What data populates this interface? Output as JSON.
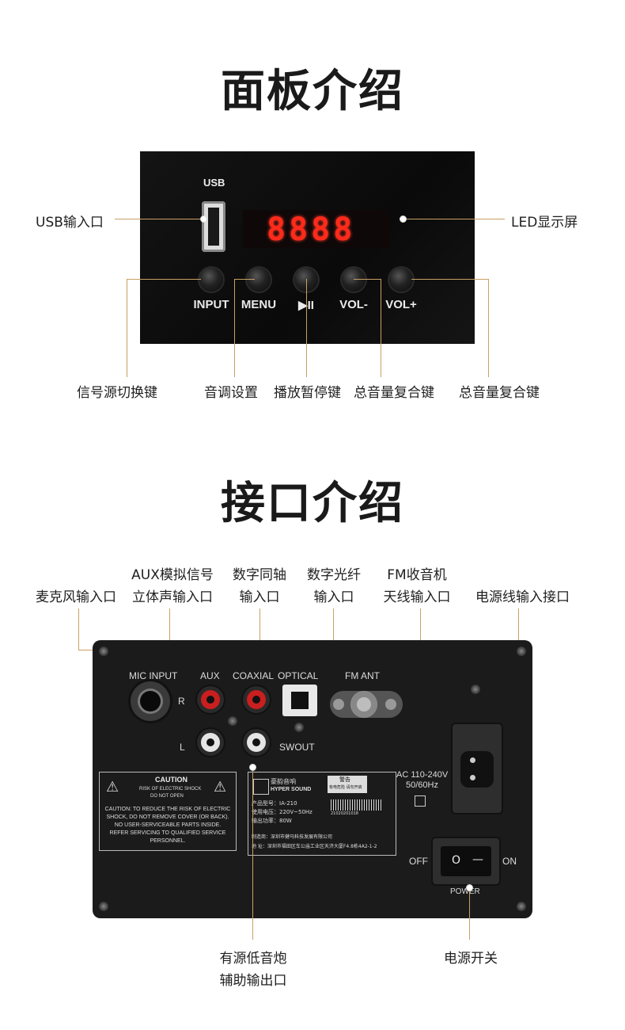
{
  "sections": {
    "panel_title": "面板介绍",
    "interface_title": "接口介绍"
  },
  "front_panel": {
    "usb_label": "USB",
    "display_text": "8888",
    "buttons": [
      "INPUT",
      "MENU",
      "▶II",
      "VOL-",
      "VOL+"
    ]
  },
  "front_callouts": {
    "usb_input": "USB输入口",
    "led_display": "LED显示屏",
    "source_switch": "信号源切换键",
    "tone_setting": "音调设置",
    "play_pause": "播放暂停键",
    "vol_down": "总音量复合键",
    "vol_up": "总音量复合键"
  },
  "rear_callouts": {
    "mic": "麦克风输入口",
    "aux_line1": "AUX模拟信号",
    "aux_line2": "立体声输入口",
    "coax_line1": "数字同轴",
    "coax_line2": "输入口",
    "optical_line1": "数字光纤",
    "optical_line2": "输入口",
    "fm_line1": "FM收音机",
    "fm_line2": "天线输入口",
    "power_cord": "电源线输入接口",
    "sub_line1": "有源低音炮",
    "sub_line2": "辅助输出口",
    "power_switch": "电源开关"
  },
  "rear_panel": {
    "mic_input": "MIC INPUT",
    "aux": "AUX",
    "coaxial": "COAXIAL",
    "optical": "OPTICAL",
    "fm_ant": "FM ANT",
    "r": "R",
    "l": "L",
    "swout": "SWOUT",
    "ac_spec": "AC 110-240V",
    "freq": "50/60Hz",
    "off": "OFF",
    "on": "ON",
    "power": "POWER",
    "switch_o": "O",
    "switch_i": "—",
    "caution_title": "CAUTION",
    "caution_sub1": "RISK OF ELECTRIC SHOCK",
    "caution_sub2": "DO NOT OPEN",
    "caution_body": "CAUTION: TO REDUCE THE RISK OF ELECTRIC SHOCK, DO NOT REMOVE COVER (OR BACK). NO USER-SERVICEABLE PARTS INSIDE. REFER SERVICING TO QUALIFIED SERVICE PERSONNEL.",
    "brand_cn": "豪韵音响",
    "brand_en": "HYPER SOUND",
    "warning_title": "警告",
    "warning_sub": "有电危险 请勿开启",
    "model": "产品型号：IA-210",
    "voltage": "使用电压：220V~50Hz",
    "power_rating": "输出功率：80W",
    "serial": "21020201018",
    "maker": "制造商：深圳市健马科技发展有限公司",
    "address": "地    址：深圳市福田区车公庙工业区天济大厦F4.8栋4A2-1-2"
  },
  "colors": {
    "callout_line": "#c9a064",
    "led_red": "#ff2a1a",
    "panel_bg": "#0d0d0d",
    "rear_bg": "#1b1b1b"
  }
}
